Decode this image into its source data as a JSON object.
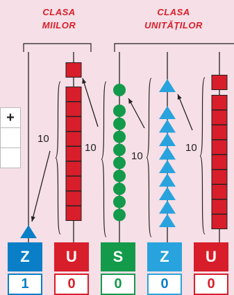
{
  "headings": {
    "thousands_class": [
      "CLASA",
      "MIILOR"
    ],
    "units_class": [
      "CLASA",
      "UNITĂȚILOR"
    ]
  },
  "table": {
    "operator": "+"
  },
  "exchange_labels": [
    "10",
    "10",
    "10",
    "10"
  ],
  "columns": [
    {
      "letter": "Z",
      "value": "1",
      "color": "#0a7fc8",
      "text_color": "#0a7fc8",
      "counter": "triangle",
      "count": 1
    },
    {
      "letter": "U",
      "value": "0",
      "color": "#d81e2a",
      "text_color": "#d81e2a",
      "counter": "square",
      "count": 10
    },
    {
      "letter": "S",
      "value": "0",
      "color": "#139a4a",
      "text_color": "#139a4a",
      "counter": "circle",
      "count": 10
    },
    {
      "letter": "Z",
      "value": "0",
      "color": "#29a3dd",
      "text_color": "#0a7fc8",
      "counter": "triangle",
      "count": 10
    },
    {
      "letter": "U",
      "value": "0",
      "color": "#d81e2a",
      "text_color": "#d81e2a",
      "counter": "square",
      "count": 10
    }
  ]
}
